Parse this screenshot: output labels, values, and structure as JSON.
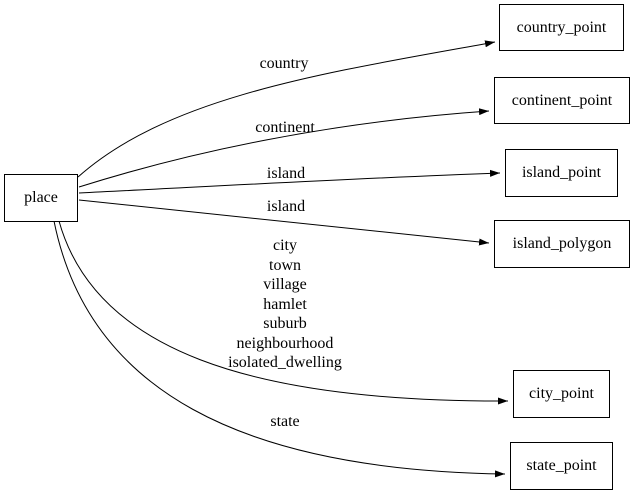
{
  "diagram": {
    "type": "graphviz-digraph",
    "colors": {
      "background": "#ffffff",
      "stroke": "#000000",
      "text": "#000000",
      "node_fill": "#ffffff"
    },
    "nodes": [
      {
        "id": "place",
        "label": "place"
      },
      {
        "id": "country_point",
        "label": "country_point"
      },
      {
        "id": "continent_point",
        "label": "continent_point"
      },
      {
        "id": "island_point",
        "label": "island_point"
      },
      {
        "id": "island_polygon",
        "label": "island_polygon"
      },
      {
        "id": "city_point",
        "label": "city_point"
      },
      {
        "id": "state_point",
        "label": "state_point"
      }
    ],
    "edges": [
      {
        "from": "place",
        "to": "country_point",
        "label": "country"
      },
      {
        "from": "place",
        "to": "continent_point",
        "label": "continent"
      },
      {
        "from": "place",
        "to": "island_point",
        "label": "island"
      },
      {
        "from": "place",
        "to": "island_polygon",
        "label": "island"
      },
      {
        "from": "place",
        "to": "city_point",
        "label_lines": [
          "city",
          "town",
          "village",
          "hamlet",
          "suburb",
          "neighbourhood",
          "isolated_dwelling"
        ]
      },
      {
        "from": "place",
        "to": "state_point",
        "label": "state"
      }
    ]
  }
}
